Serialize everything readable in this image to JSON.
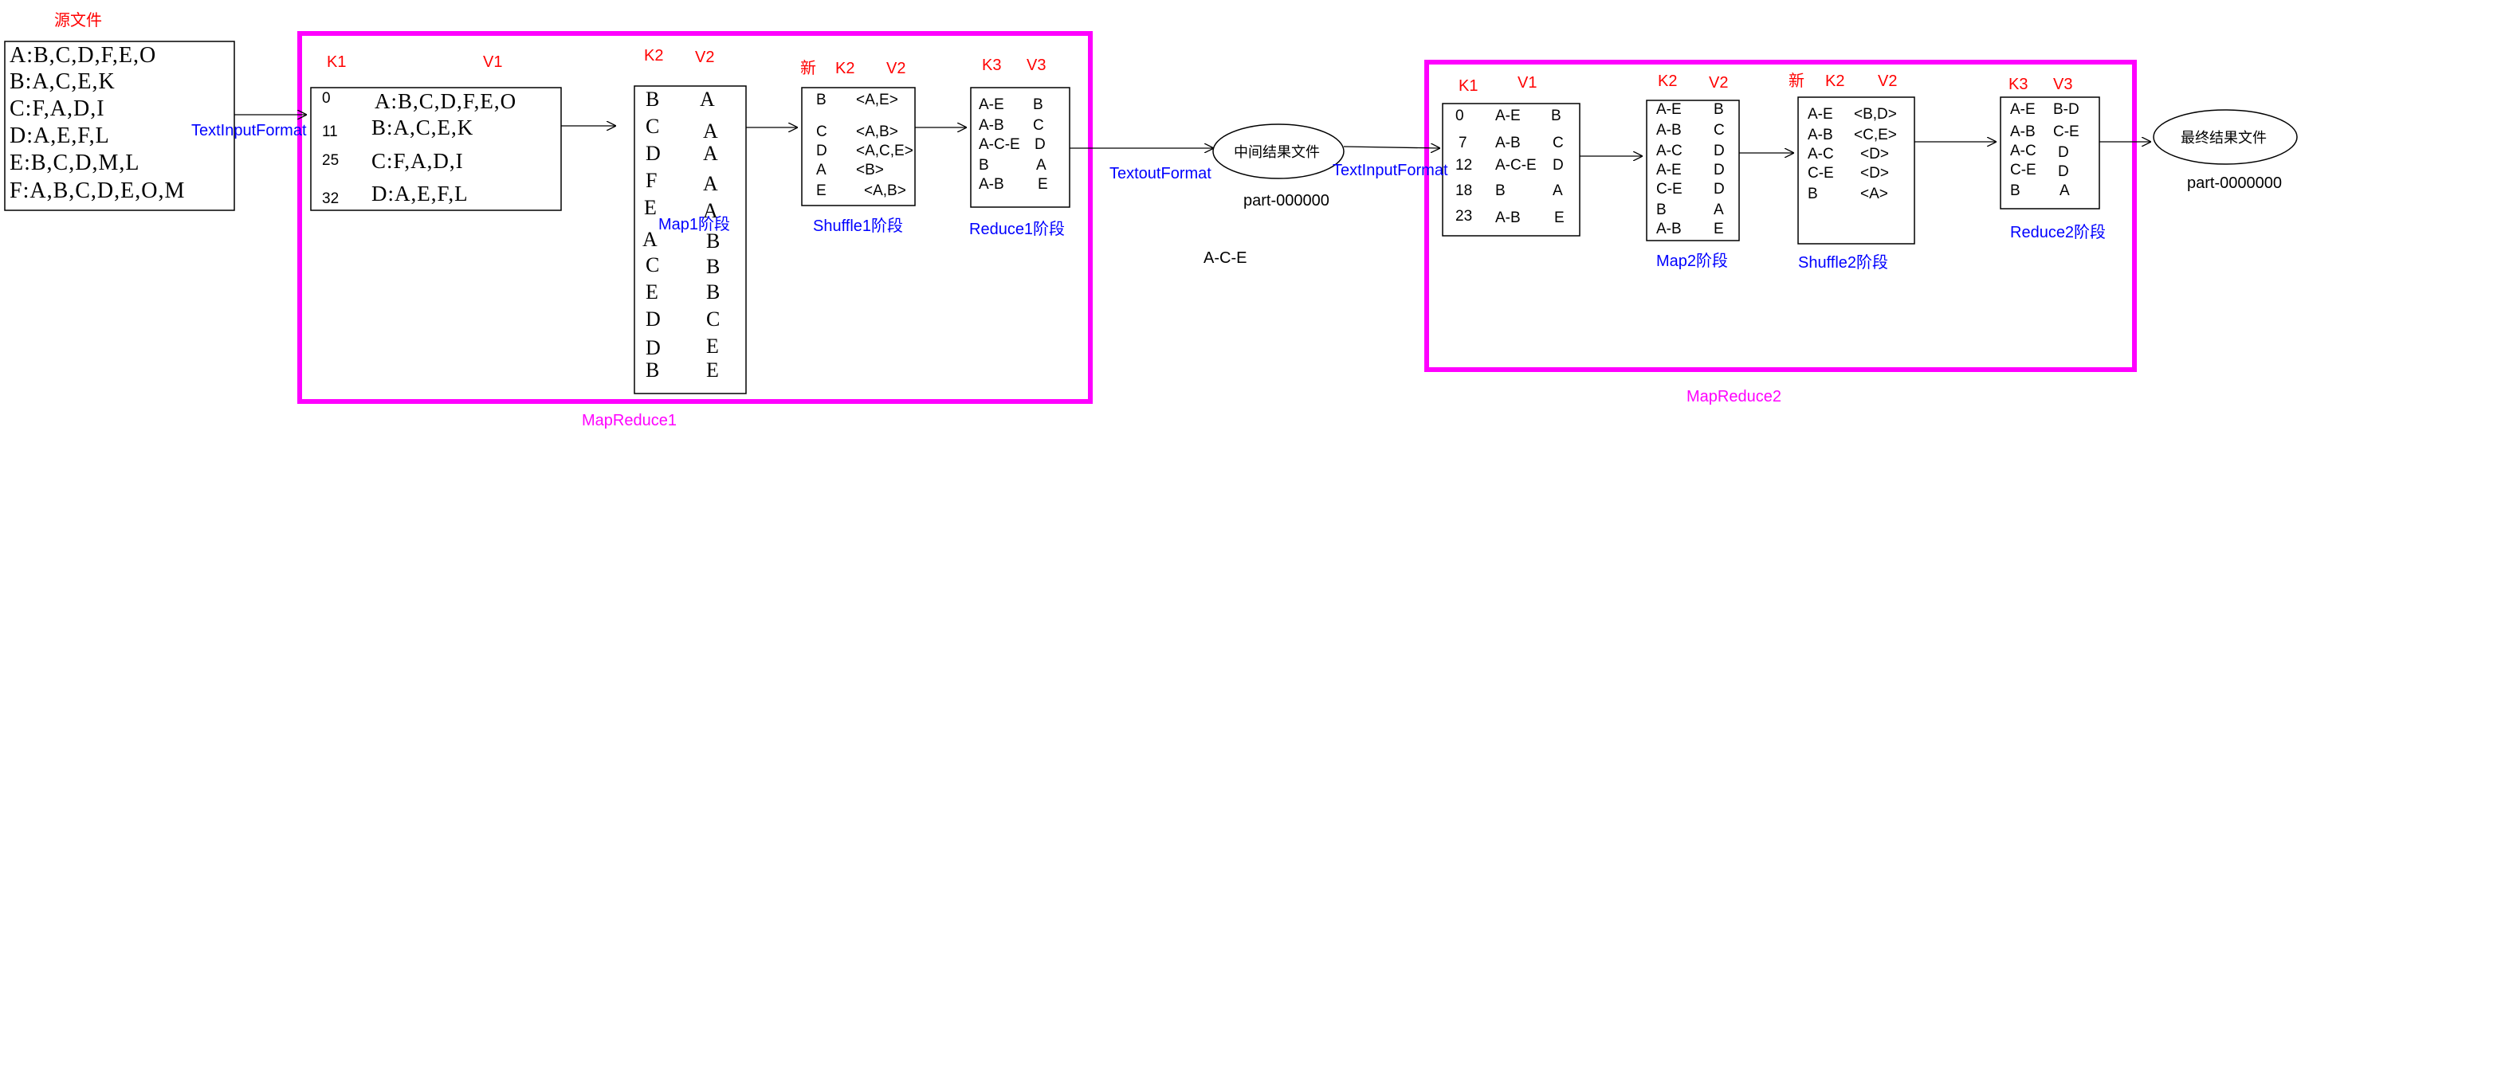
{
  "source": {
    "title": "源文件",
    "lines": [
      "A:B,C,D,F,E,O",
      "B:A,C,E,K",
      "C:F,A,D,I",
      "D:A,E,F,L",
      "E:B,C,D,M,L",
      "F:A,B,C,D,E,O,M"
    ]
  },
  "text_input_format_1": "TextInputFormat",
  "mr1": {
    "label": "MapReduce1",
    "input": {
      "k_header": "K1",
      "v_header": "V1",
      "keys": [
        "0",
        "11",
        "25",
        "32"
      ],
      "values": [
        "A:B,C,D,F,E,O",
        "B:A,C,E,K",
        "C:F,A,D,I",
        "D:A,E,F,L"
      ]
    },
    "map": {
      "k_header": "K2",
      "v_header": "V2",
      "keys": [
        "B",
        "C",
        "D",
        "F",
        "E",
        "A",
        "C",
        "E",
        "D",
        "D",
        "B"
      ],
      "values": [
        "A",
        "A",
        "A",
        "A",
        "A",
        "B",
        "B",
        "B",
        "C",
        "E",
        "E"
      ],
      "stage": "Map1阶段"
    },
    "shuffle": {
      "new_label": "新",
      "k_header": "K2",
      "v_header": "V2",
      "keys": [
        "B",
        "C",
        "D",
        "A",
        "E"
      ],
      "values": [
        "<A,E>",
        "<A,B>",
        "<A,C,E>",
        "<B>",
        "<A,B>"
      ],
      "stage": "Shuffle1阶段"
    },
    "reduce": {
      "k_header": "K3",
      "v_header": "V3",
      "keys": [
        "A-E",
        "A-B",
        "A-C-E",
        "B",
        "A-B"
      ],
      "values": [
        "B",
        "C",
        "D",
        "A",
        "E"
      ],
      "stage": "Reduce1阶段"
    }
  },
  "text_output_format": "TextoutFormat",
  "intermediate": {
    "name": "中间结果文件",
    "part": "part-000000",
    "note": "A-C-E"
  },
  "text_input_format_2": "TextInputFormat",
  "mr2": {
    "label": "MapReduce2",
    "input": {
      "k_header": "K1",
      "v_header": "V1",
      "keys": [
        "0",
        "7",
        "12",
        "18",
        "23"
      ],
      "col2": [
        "A-E",
        "A-B",
        "A-C-E",
        "B",
        "A-B"
      ],
      "col3": [
        "B",
        "C",
        "D",
        "A",
        "E"
      ]
    },
    "map": {
      "k_header": "K2",
      "v_header": "V2",
      "keys": [
        "A-E",
        "A-B",
        "A-C",
        "A-E",
        "C-E",
        "B",
        "A-B"
      ],
      "values": [
        "B",
        "C",
        "D",
        "D",
        "D",
        "A",
        "E"
      ],
      "stage": "Map2阶段"
    },
    "shuffle": {
      "new_label": "新",
      "k_header": "K2",
      "v_header": "V2",
      "keys": [
        "A-E",
        "A-B",
        "A-C",
        "C-E",
        "B"
      ],
      "values": [
        "<B,D>",
        "<C,E>",
        "<D>",
        "<D>",
        "<A>"
      ],
      "stage": "Shuffle2阶段"
    },
    "reduce": {
      "k_header": "K3",
      "v_header": "V3",
      "keys": [
        "A-E",
        "A-B",
        "A-C",
        "C-E",
        "B"
      ],
      "values": [
        "B-D",
        "C-E",
        "D",
        "D",
        "A"
      ],
      "stage": "Reduce2阶段"
    }
  },
  "final": {
    "name": "最终结果文件",
    "part": "part-0000000"
  },
  "colors": {
    "frame": "#ff00ff",
    "header": "#ff0000",
    "annotation": "#0000ff",
    "line": "#000000"
  }
}
